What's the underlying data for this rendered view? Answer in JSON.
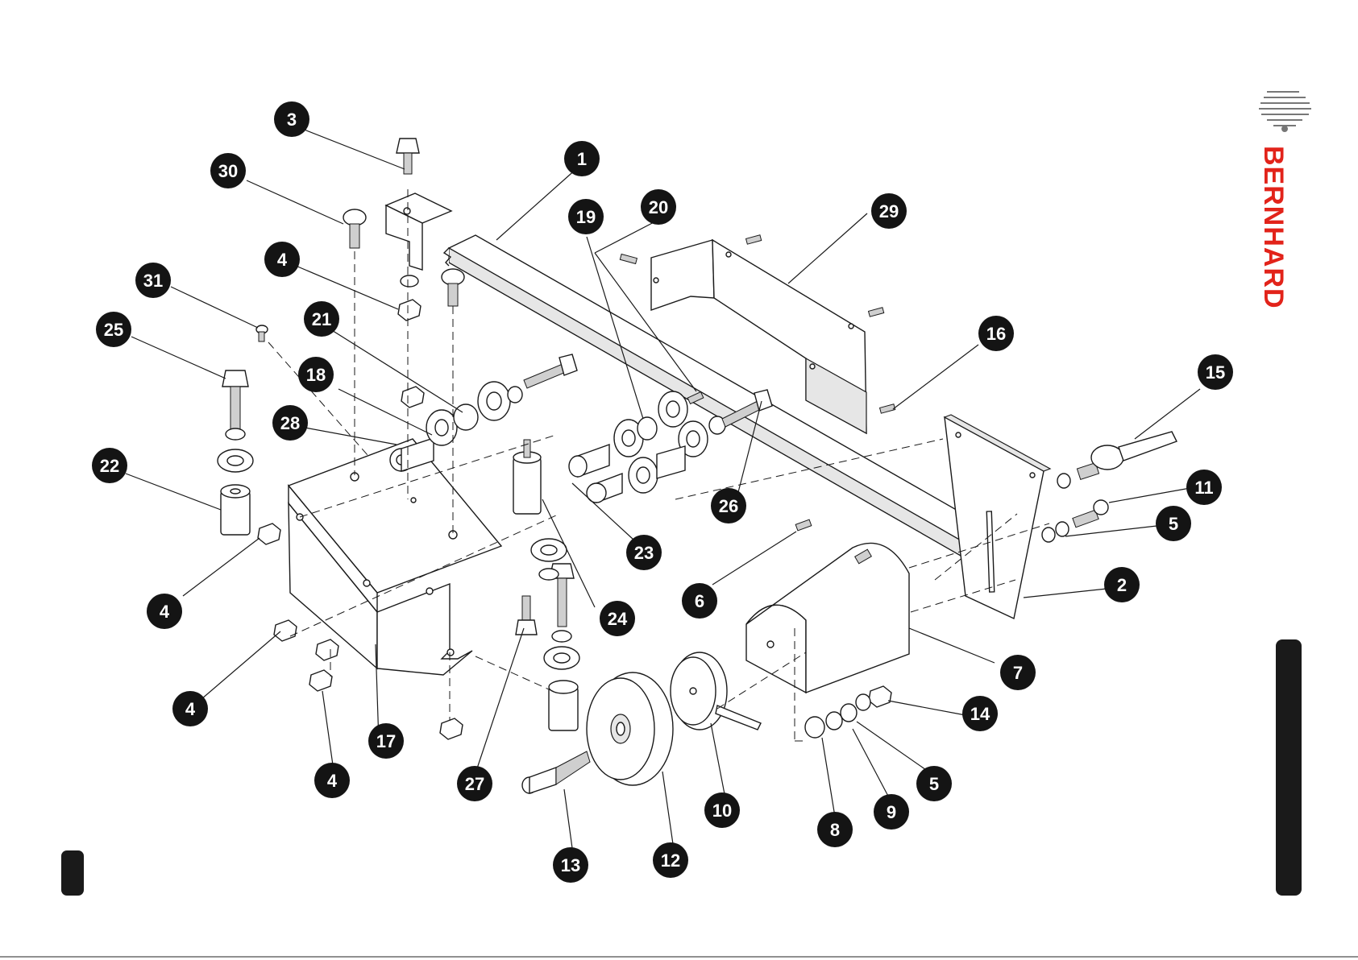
{
  "brand": {
    "name": "BERNHARD",
    "color": "#e2231a",
    "logo_icon": "bernhard-sun-logo-icon"
  },
  "callout_style": {
    "background": "#141414",
    "text_color": "#ffffff"
  },
  "callouts": [
    {
      "id": "c1",
      "label": "1"
    },
    {
      "id": "c2",
      "label": "2"
    },
    {
      "id": "c3",
      "label": "3"
    },
    {
      "id": "c4a",
      "label": "4"
    },
    {
      "id": "c4b",
      "label": "4"
    },
    {
      "id": "c4c",
      "label": "4"
    },
    {
      "id": "c4d",
      "label": "4"
    },
    {
      "id": "c5a",
      "label": "5"
    },
    {
      "id": "c5b",
      "label": "5"
    },
    {
      "id": "c6",
      "label": "6"
    },
    {
      "id": "c7",
      "label": "7"
    },
    {
      "id": "c8",
      "label": "8"
    },
    {
      "id": "c9",
      "label": "9"
    },
    {
      "id": "c10",
      "label": "10"
    },
    {
      "id": "c11",
      "label": "11"
    },
    {
      "id": "c12",
      "label": "12"
    },
    {
      "id": "c13",
      "label": "13"
    },
    {
      "id": "c14",
      "label": "14"
    },
    {
      "id": "c15",
      "label": "15"
    },
    {
      "id": "c16",
      "label": "16"
    },
    {
      "id": "c17",
      "label": "17"
    },
    {
      "id": "c18",
      "label": "18"
    },
    {
      "id": "c19",
      "label": "19"
    },
    {
      "id": "c20",
      "label": "20"
    },
    {
      "id": "c21",
      "label": "21"
    },
    {
      "id": "c22",
      "label": "22"
    },
    {
      "id": "c23",
      "label": "23"
    },
    {
      "id": "c24",
      "label": "24"
    },
    {
      "id": "c25",
      "label": "25"
    },
    {
      "id": "c26",
      "label": "26"
    },
    {
      "id": "c27",
      "label": "27"
    },
    {
      "id": "c28",
      "label": "28"
    },
    {
      "id": "c29",
      "label": "29"
    },
    {
      "id": "c30",
      "label": "30"
    },
    {
      "id": "c31",
      "label": "31"
    }
  ]
}
